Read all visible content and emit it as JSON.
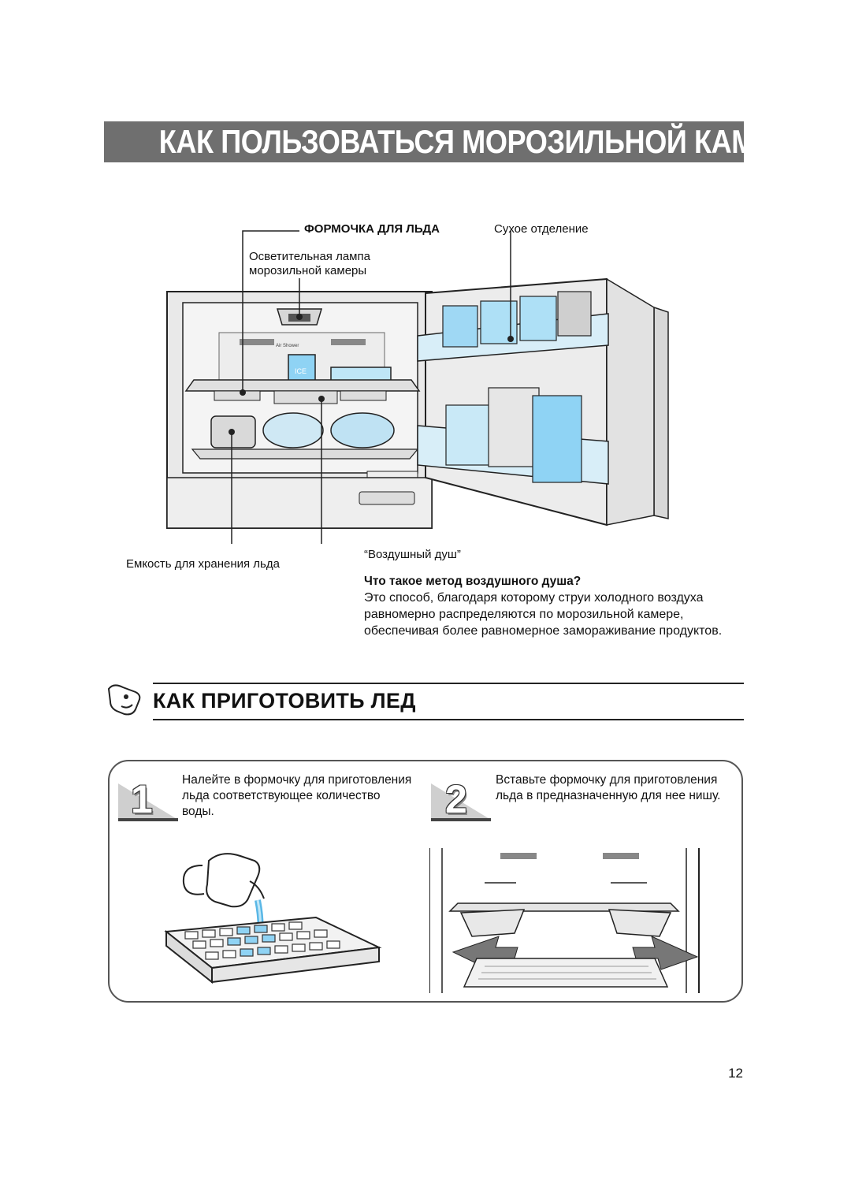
{
  "title": "КАК ПОЛЬЗОВАТЬСЯ МОРОЗИЛЬНОЙ КАМЕРОЙ",
  "labels": {
    "ice_tray": "ФОРМОЧКА ДЛЯ ЛЬДА",
    "dry_compartment": "Сухое отделение",
    "lamp_line1": "Осветительная лампа",
    "lamp_line2": "морозильной камеры",
    "ice_bin": "Емкость для хранения льда",
    "air_shower": "“Воздушный душ”"
  },
  "air_shower_info": {
    "question": "Что такое метод воздушного душа?",
    "lines": [
      "Это способ, благодаря которому струи холодного воздуха",
      "равномерно распределяются по морозильной камере,",
      "обеспечивая более равномерное замораживание продуктов."
    ]
  },
  "section2": {
    "heading": "КАК ПРИГОТОВИТЬ ЛЕД"
  },
  "steps": [
    {
      "number": "1",
      "lines": [
        "Налейте в формочку для приготовления",
        "льда соответствующее количество",
        "воды."
      ]
    },
    {
      "number": "2",
      "lines": [
        "Вставьте формочку для приготовления",
        "льда в предназначенную для нее нишу."
      ]
    }
  ],
  "illustration_text": {
    "ice_box_label": "ICE",
    "air_shower_mark": "Air Shower"
  },
  "page_number": "12",
  "colors": {
    "title_bg": "#6f6f6f",
    "ice_blue": "#8fd3f4",
    "line": "#222222"
  }
}
